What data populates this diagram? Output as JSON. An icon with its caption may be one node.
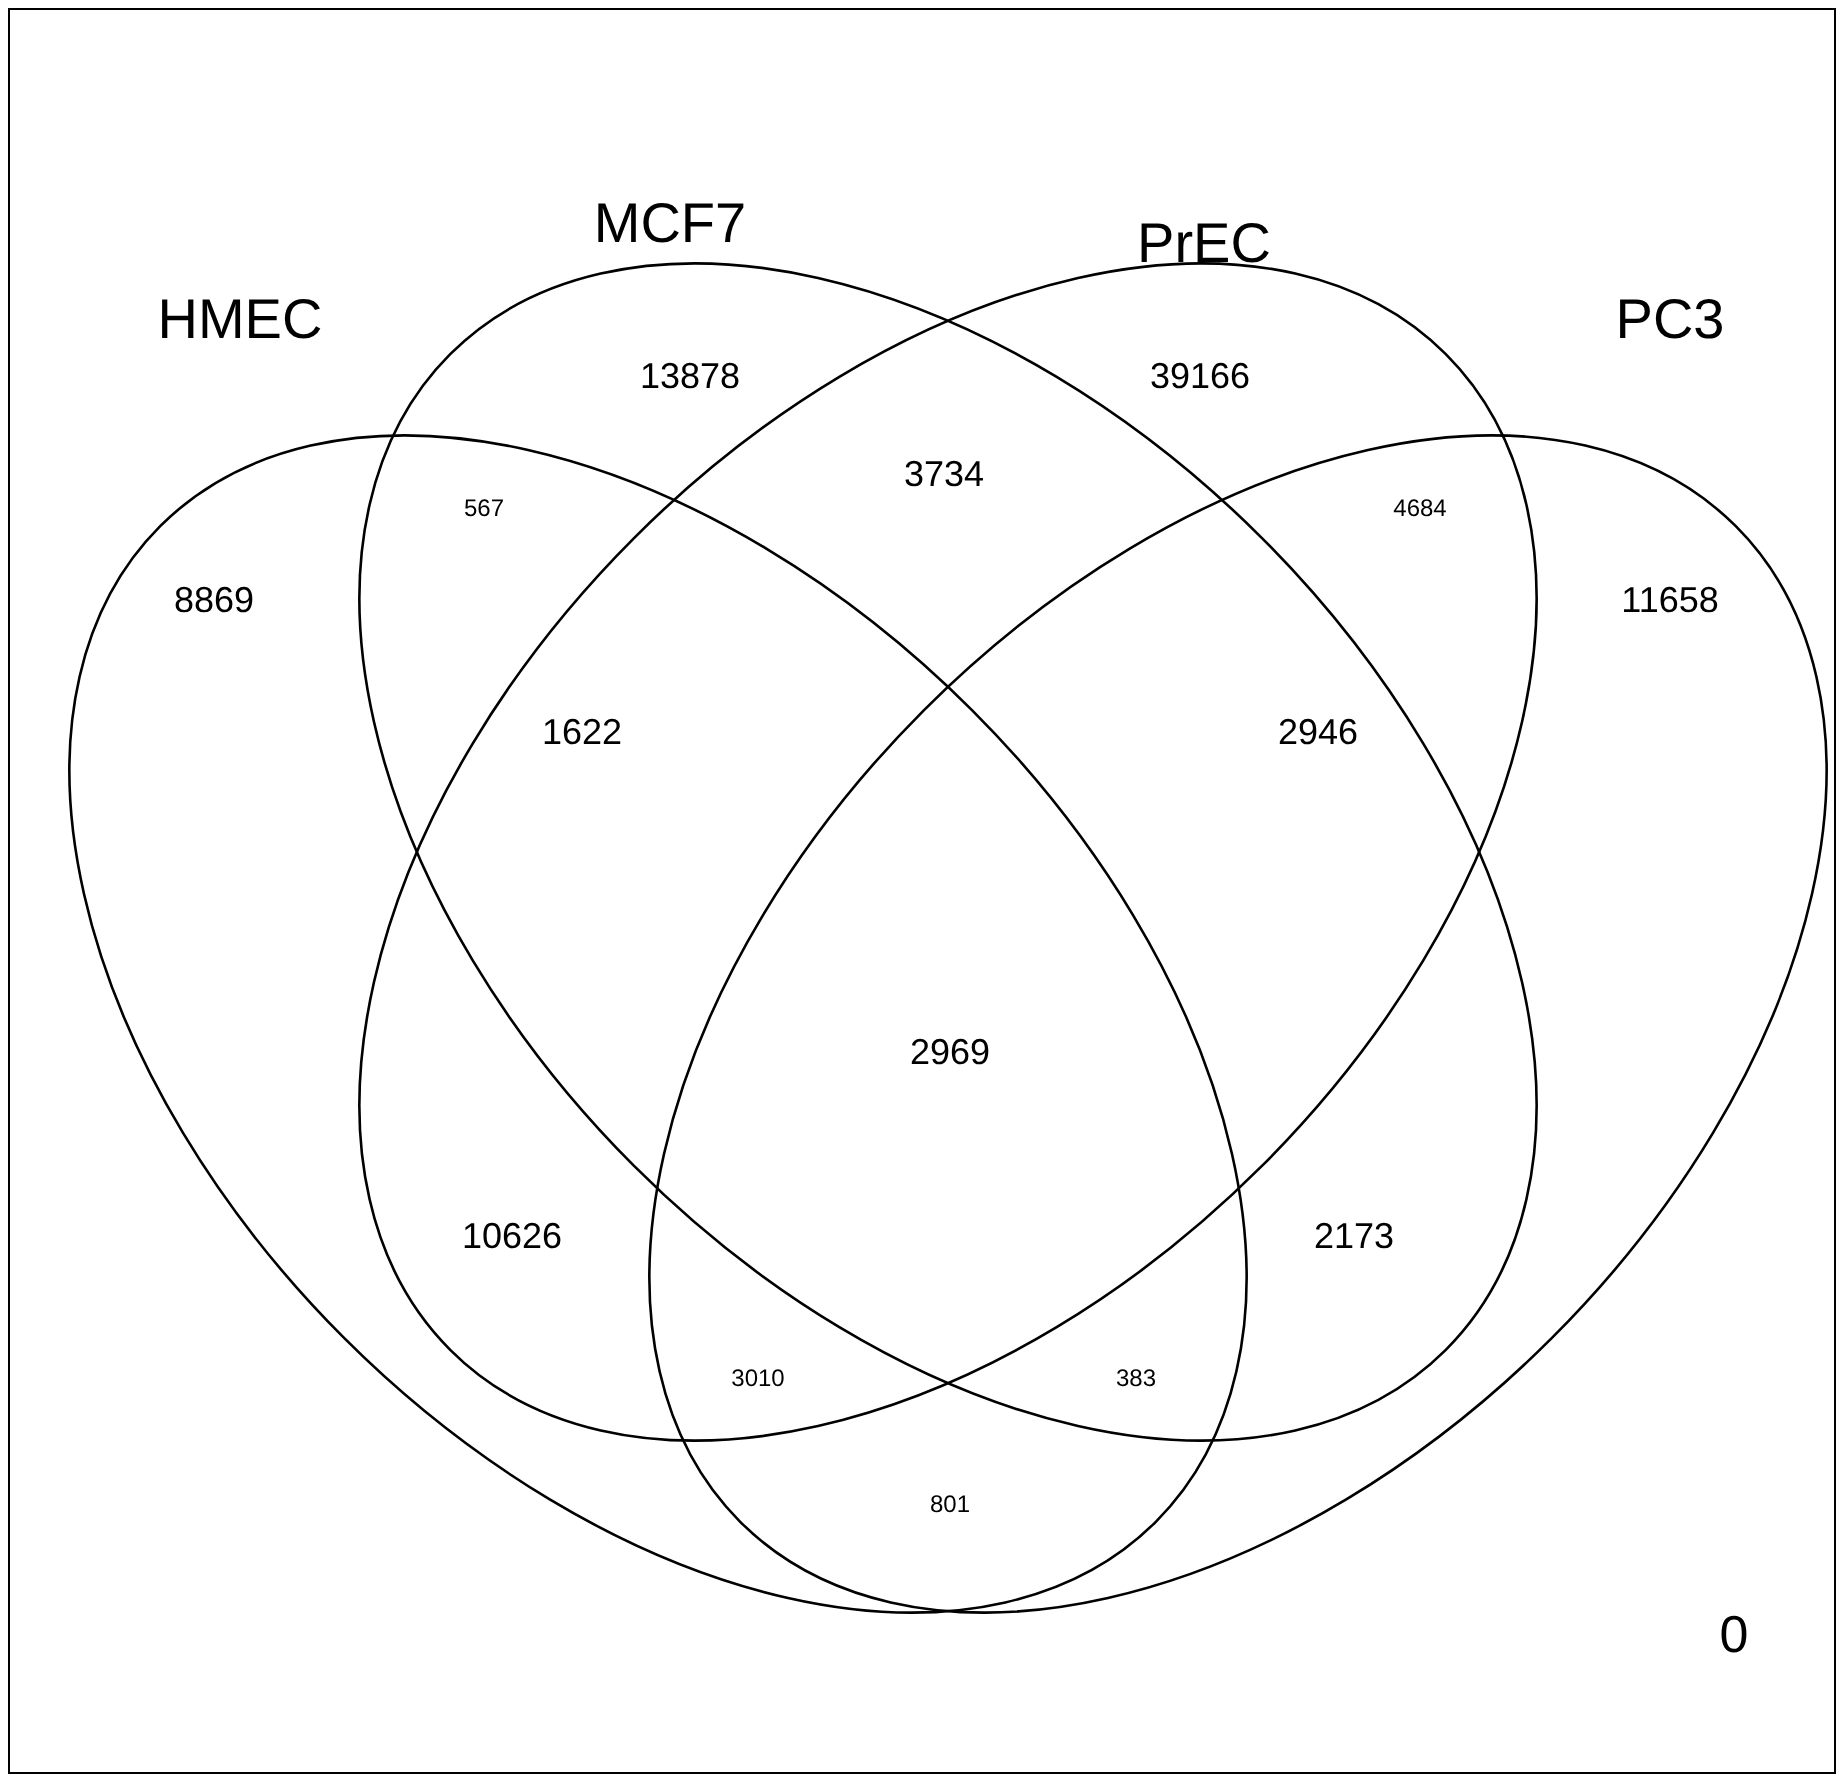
{
  "diagram": {
    "nodes": [
      {
        "text": [
          "HMEC"
        ]
      },
      {
        "text": [
          "MCF7"
        ]
      },
      {
        "text": [
          "PrEC"
        ]
      },
      {
        "text": [
          "PC3"
        ]
      }
    ],
    "labels": [
      "13878",
      "39166",
      "3734",
      "567",
      "4684",
      "8869",
      "11658",
      "1622",
      "2946",
      "2969",
      "10626",
      "2173",
      "3010",
      "383",
      "801",
      "0"
    ]
  }
}
